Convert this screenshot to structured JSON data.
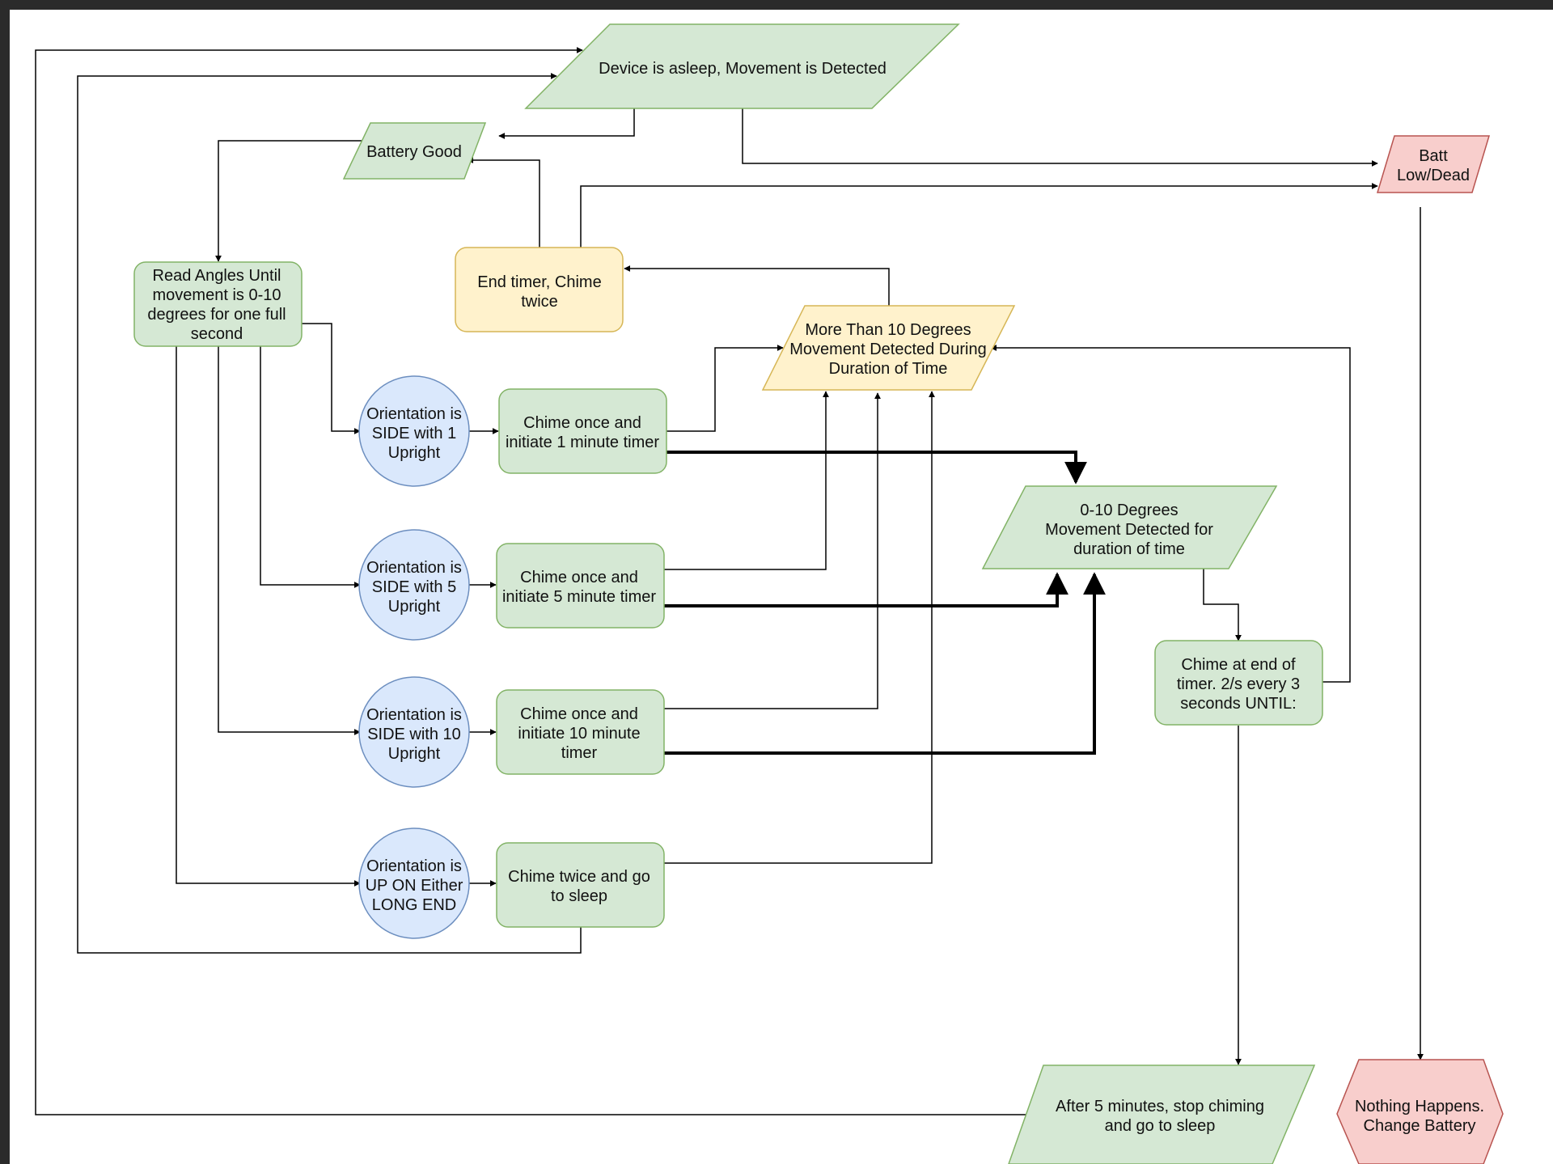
{
  "colors": {
    "green_fill": "#d5e8d4",
    "green_stroke": "#82b366",
    "blue_fill": "#dae8fc",
    "blue_stroke": "#6c8ebf",
    "yellow_fill": "#fff2cc",
    "yellow_stroke": "#d6b656",
    "red_fill": "#f8cecc",
    "red_stroke": "#b85450"
  },
  "nodes": {
    "device_asleep": {
      "lines": [
        "Device is asleep,  Movement is Detected"
      ]
    },
    "battery_good": {
      "lines": [
        "Battery Good"
      ]
    },
    "batt_low": {
      "lines": [
        "Batt",
        "Low/Dead"
      ]
    },
    "end_timer": {
      "lines": [
        "End timer, Chime",
        "twice"
      ]
    },
    "read_angles": {
      "lines": [
        "Read Angles Until",
        "movement is 0-10",
        "degrees for one full",
        "second"
      ]
    },
    "more_than_10": {
      "lines": [
        "More Than 10 Degrees",
        "Movement Detected During",
        "Duration of Time"
      ]
    },
    "orient_side_1": {
      "lines": [
        "Orientation is",
        "SIDE with 1",
        "Upright"
      ]
    },
    "chime_1min": {
      "lines": [
        "Chime once and",
        "initiate 1 minute timer"
      ]
    },
    "zero_ten": {
      "lines": [
        "0-10 Degrees",
        "Movement Detected for",
        "duration of time"
      ]
    },
    "orient_side_5": {
      "lines": [
        "Orientation is",
        "SIDE with 5",
        "Upright"
      ]
    },
    "chime_5min": {
      "lines": [
        "Chime once and",
        "initiate 5 minute timer"
      ]
    },
    "chime_end": {
      "lines": [
        "Chime at end of",
        "timer. 2/s every 3",
        "seconds UNTIL:"
      ]
    },
    "orient_side_10": {
      "lines": [
        "Orientation is",
        "SIDE with 10",
        "Upright"
      ]
    },
    "chime_10min": {
      "lines": [
        "Chime once and",
        "initiate 10 minute",
        "timer"
      ]
    },
    "orient_up": {
      "lines": [
        "Orientation is",
        "UP ON Either",
        "LONG END"
      ]
    },
    "chime_twice_sleep": {
      "lines": [
        "Chime twice and go",
        "to sleep"
      ]
    },
    "after_5min": {
      "lines": [
        "After 5 minutes, stop chiming",
        "and go to sleep"
      ]
    },
    "nothing_happens": {
      "lines": [
        "Nothing Happens.",
        "Change Battery"
      ]
    }
  }
}
